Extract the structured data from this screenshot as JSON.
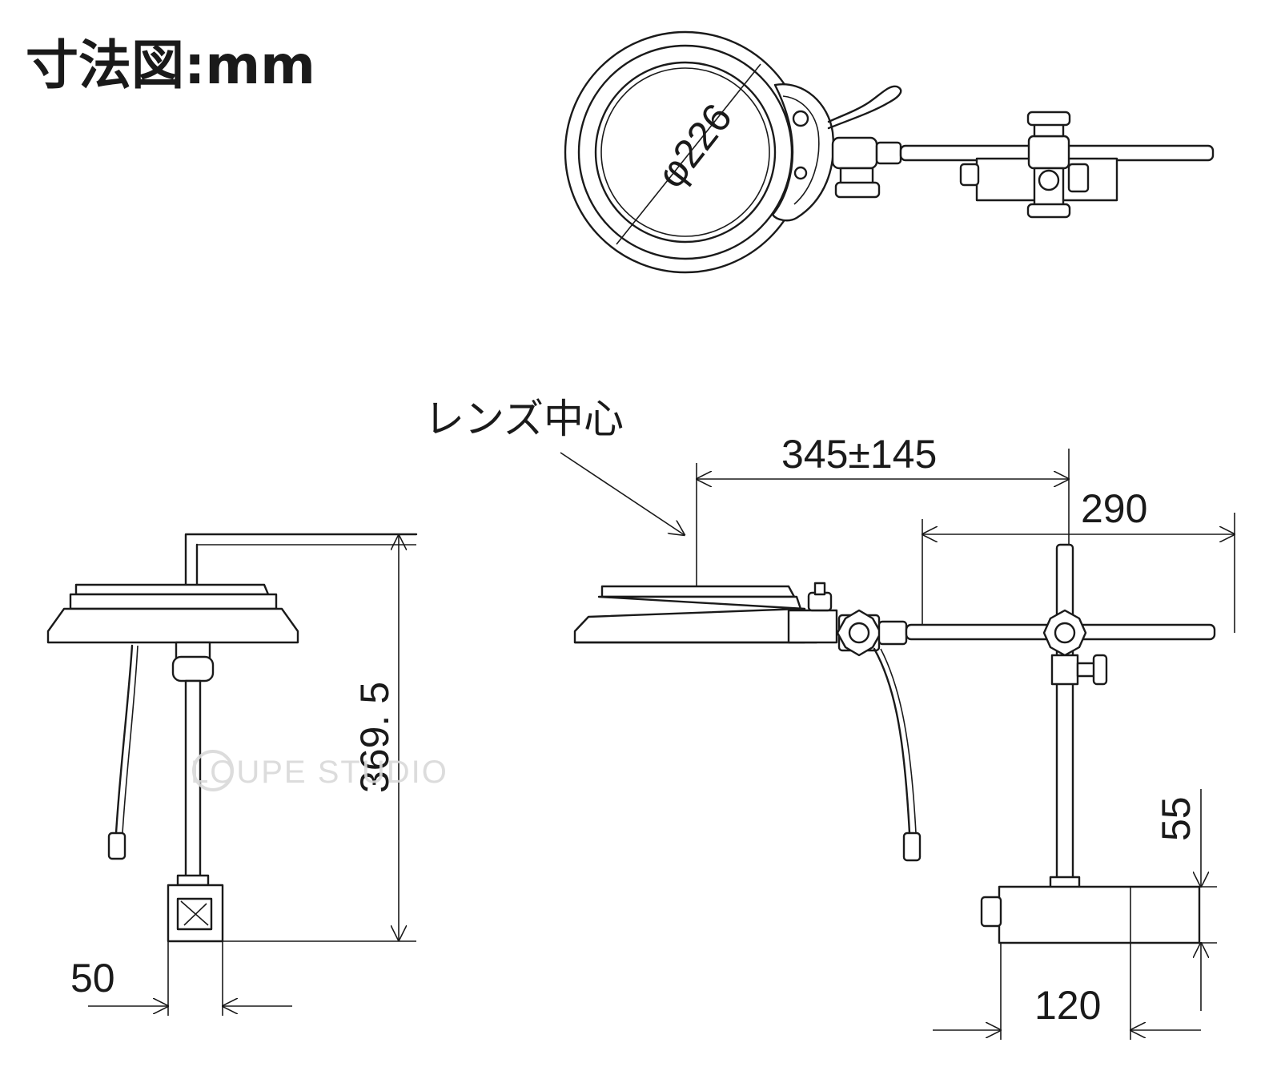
{
  "title": "寸法図:mm",
  "watermark": "LOUPE STUDIO",
  "labels": {
    "lens_center": "レンズ中心",
    "lens_diameter": "φ226",
    "arm_reach": "345±145",
    "arm_width": "290",
    "height": "369. 5",
    "base_width_side": "50",
    "base_height": "55",
    "base_width": "120"
  },
  "colors": {
    "line": "#1a1a1a",
    "background": "#ffffff",
    "watermark": "#d9d9d9"
  }
}
